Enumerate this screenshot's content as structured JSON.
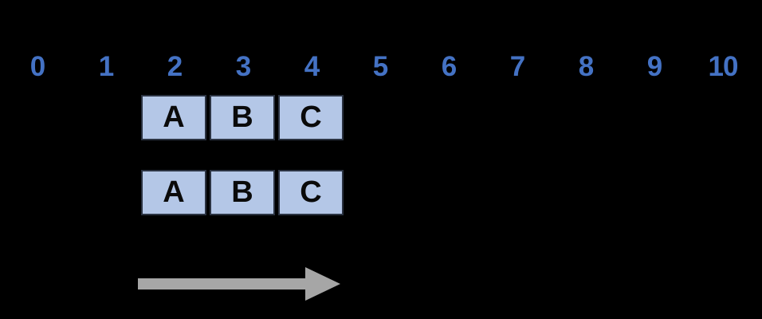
{
  "canvas": {
    "background_color": "#000000"
  },
  "number_line": {
    "color": "#4472c4",
    "labels": [
      "0",
      "1",
      "2",
      "3",
      "4",
      "5",
      "6",
      "7",
      "8",
      "9",
      "10"
    ],
    "range": [
      0,
      10
    ],
    "step": 1
  },
  "block_rows": [
    {
      "name": "top-row",
      "fill_color": "#b4c7e7",
      "cells": [
        {
          "label": "A",
          "position": 2
        },
        {
          "label": "B",
          "position": 3
        },
        {
          "label": "C",
          "position": 4
        }
      ]
    },
    {
      "name": "bottom-row",
      "fill_color": "#b4c7e7",
      "cells": [
        {
          "label": "A",
          "position": 2
        },
        {
          "label": "B",
          "position": 3
        },
        {
          "label": "C",
          "position": 4
        }
      ]
    }
  ],
  "arrow": {
    "direction": "right",
    "color": "#a6a6a6",
    "spans_positions": [
      2,
      4
    ]
  }
}
